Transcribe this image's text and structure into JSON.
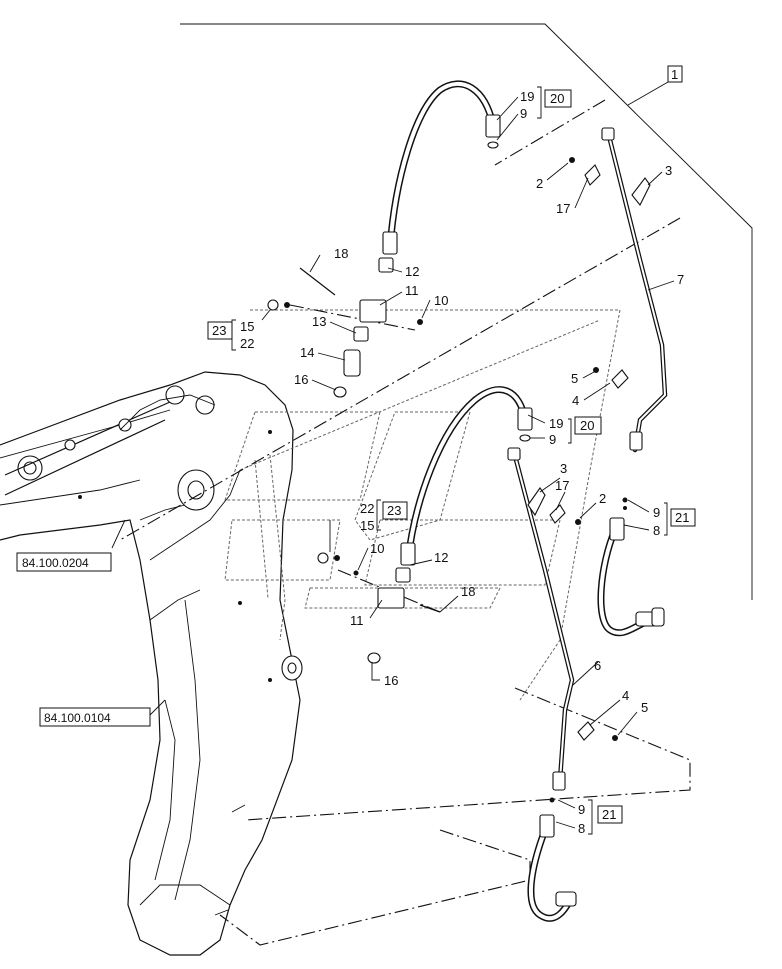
{
  "references": {
    "bracket_a": "84.100.0204",
    "bracket_b": "84.100.0104"
  },
  "callouts": {
    "c1": "1",
    "c2_top": "2",
    "c2_mid": "2",
    "c3_top": "3",
    "c3_mid": "3",
    "c4_top": "4",
    "c4_bot": "4",
    "c5_top": "5",
    "c5_bot": "5",
    "c6": "6",
    "c7": "7",
    "c8_top": "8",
    "c8_bot": "8",
    "c9_a": "9",
    "c9_b": "9",
    "c9_c": "9",
    "c9_d": "9",
    "c10_top": "10",
    "c10_mid": "10",
    "c11_top": "11",
    "c11_mid": "11",
    "c12_top": "12",
    "c12_mid": "12",
    "c13": "13",
    "c14": "14",
    "c15_top": "15",
    "c15_mid": "15",
    "c16_top": "16",
    "c16_mid": "16",
    "c17_top": "17",
    "c17_mid": "17",
    "c18_top": "18",
    "c18_mid": "18",
    "c19_top": "19",
    "c19_mid": "19",
    "c20_top": "20",
    "c20_mid": "20",
    "c21_top": "21",
    "c21_bot": "21",
    "c22_top": "22",
    "c22_mid": "22",
    "c23_top": "23",
    "c23_mid": "23"
  }
}
